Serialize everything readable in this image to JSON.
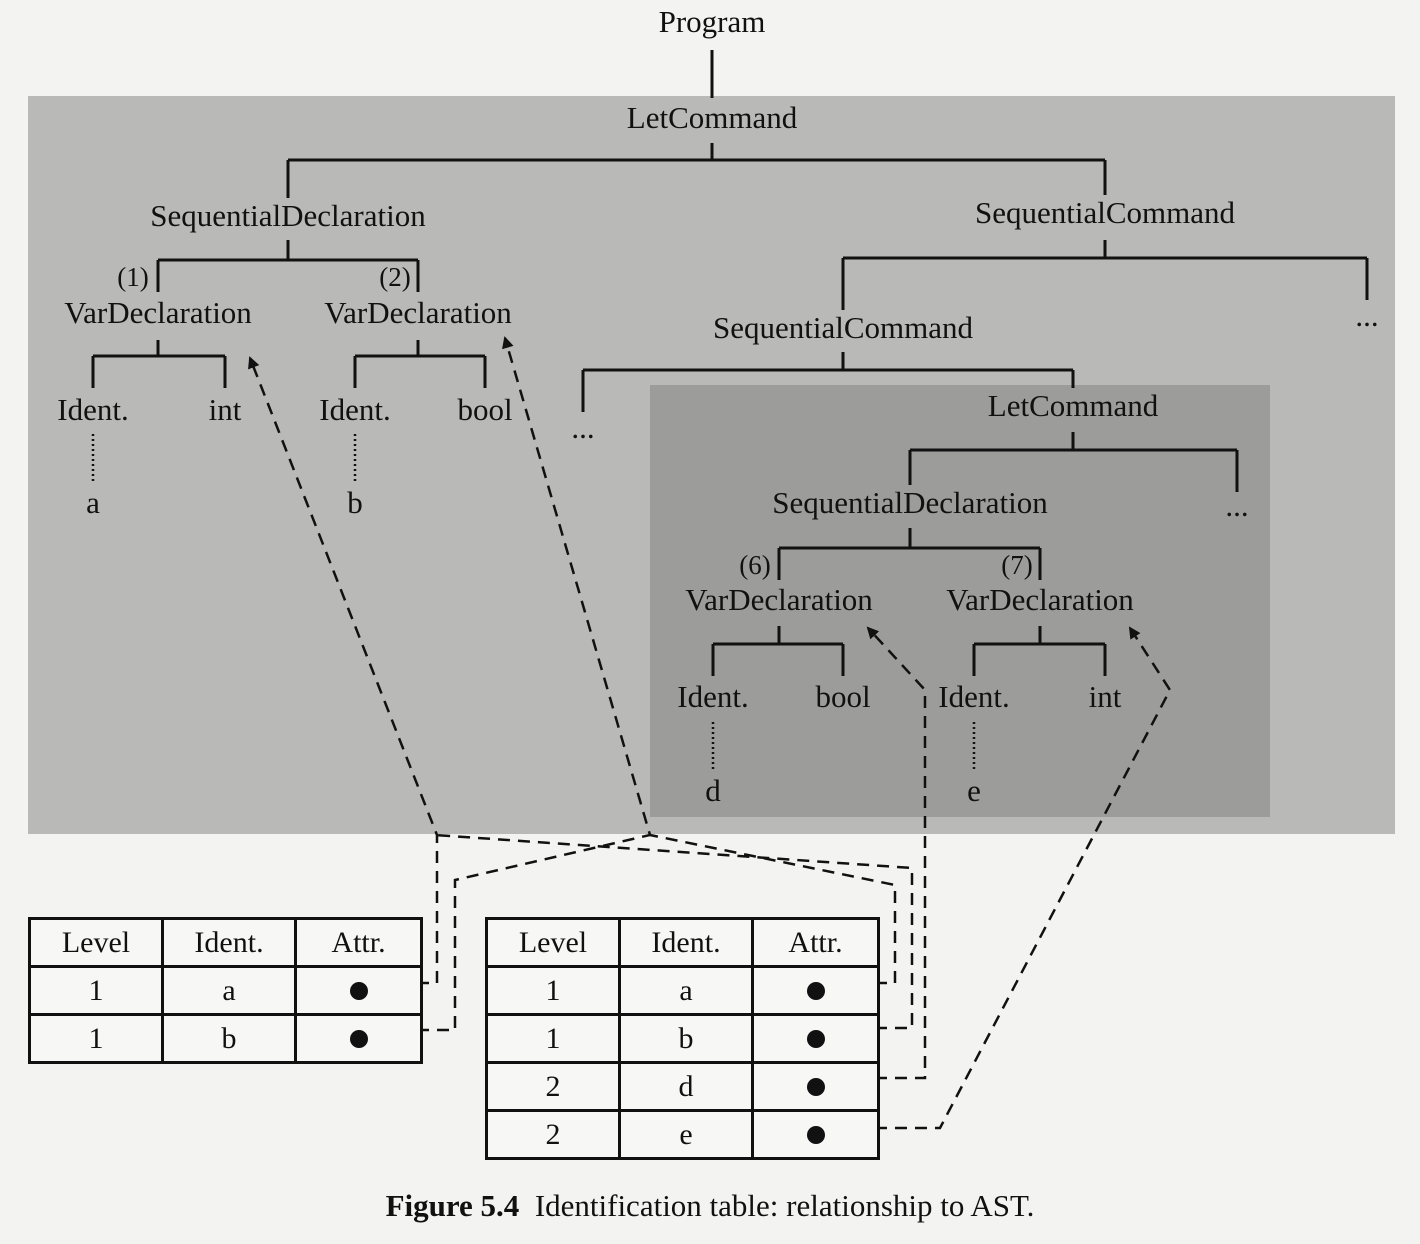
{
  "tree": {
    "root": "Program",
    "let_outer": "LetCommand",
    "seq_decl_outer": "SequentialDeclaration",
    "seq_cmd_top": "SequentialCommand",
    "seq_cmd_mid": "SequentialCommand",
    "var_decl_1": "VarDeclaration",
    "var_decl_2": "VarDeclaration",
    "ident_1": "Ident.",
    "type_1": "int",
    "name_1": "a",
    "ident_2": "Ident.",
    "type_2": "bool",
    "name_2": "b",
    "ellipsis_left": "...",
    "ellipsis_right": "...",
    "let_inner": "LetCommand",
    "seq_decl_inner": "SequentialDeclaration",
    "ellipsis_inner": "...",
    "var_decl_6": "VarDeclaration",
    "var_decl_7": "VarDeclaration",
    "ident_6": "Ident.",
    "type_6": "bool",
    "name_6": "d",
    "ident_7": "Ident.",
    "type_7": "int",
    "name_7": "e",
    "label_1": "(1)",
    "label_2": "(2)",
    "label_6": "(6)",
    "label_7": "(7)"
  },
  "table_left": {
    "headers": [
      "Level",
      "Ident.",
      "Attr."
    ],
    "rows": [
      {
        "level": "1",
        "ident": "a"
      },
      {
        "level": "1",
        "ident": "b"
      }
    ]
  },
  "table_right": {
    "headers": [
      "Level",
      "Ident.",
      "Attr."
    ],
    "rows": [
      {
        "level": "1",
        "ident": "a"
      },
      {
        "level": "1",
        "ident": "b"
      },
      {
        "level": "2",
        "ident": "d"
      },
      {
        "level": "2",
        "ident": "e"
      }
    ]
  },
  "caption": {
    "label": "Figure 5.4",
    "text": "Identification table: relationship to AST."
  },
  "colors": {
    "outer_scope": "#b9b9b7",
    "inner_scope": "#9c9c9a",
    "ink": "#111111"
  }
}
